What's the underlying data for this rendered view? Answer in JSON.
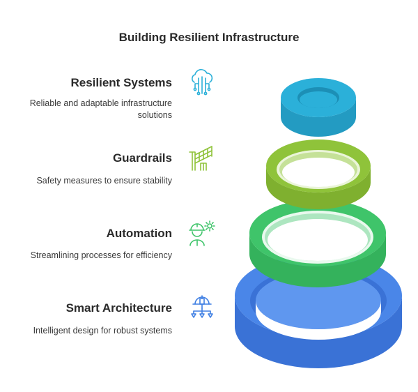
{
  "title": "Building Resilient Infrastructure",
  "items": [
    {
      "heading": "Resilient Systems",
      "description": "Reliable and adaptable infrastructure solutions",
      "icon": "cloud-network-icon",
      "color": "#2bb0d9"
    },
    {
      "heading": "Guardrails",
      "description": "Safety measures to ensure stability",
      "icon": "guardrail-icon",
      "color": "#8fc33a"
    },
    {
      "heading": "Automation",
      "description": "Streamlining processes for efficiency",
      "icon": "worker-gear-icon",
      "color": "#3fc46a"
    },
    {
      "heading": "Smart Architecture",
      "description": "Intelligent design for robust systems",
      "icon": "architecture-hierarchy-icon",
      "color": "#3f7fe3"
    }
  ]
}
